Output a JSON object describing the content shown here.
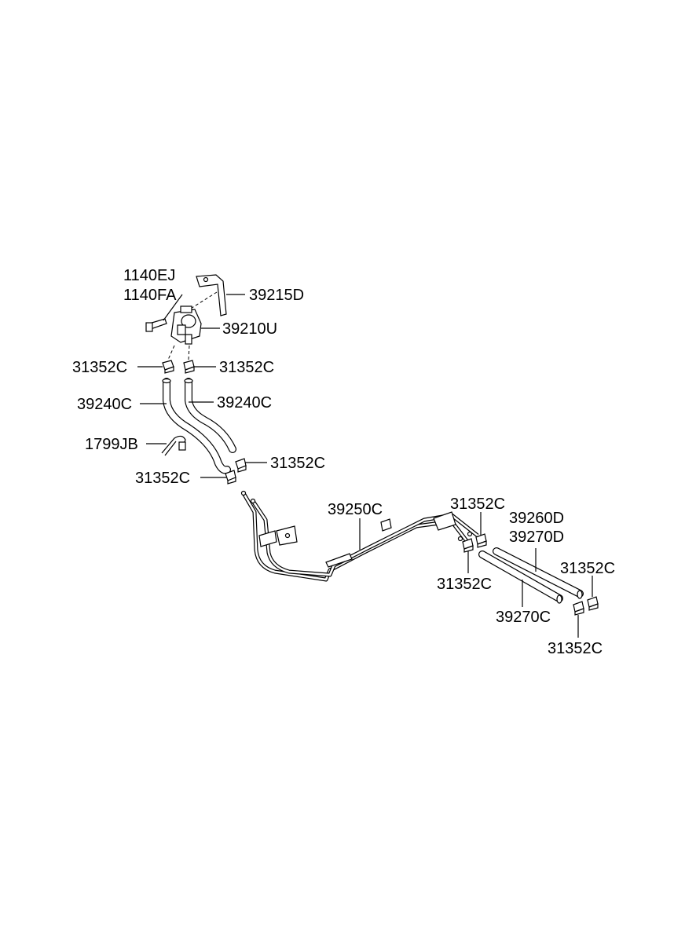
{
  "labels": {
    "l_1140EJ": "1140EJ",
    "l_1140FA": "1140FA",
    "l_39215D": "39215D",
    "l_39210U": "39210U",
    "l_31352C_a": "31352C",
    "l_31352C_b": "31352C",
    "l_39240C_a": "39240C",
    "l_39240C_b": "39240C",
    "l_1799JB": "1799JB",
    "l_31352C_c": "31352C",
    "l_31352C_d": "31352C",
    "l_39250C": "39250C",
    "l_31352C_e": "31352C",
    "l_39260D": "39260D",
    "l_39270D": "39270D",
    "l_31352C_f": "31352C",
    "l_31352C_g": "31352C",
    "l_39270C": "39270C",
    "l_31352C_h": "31352C"
  }
}
